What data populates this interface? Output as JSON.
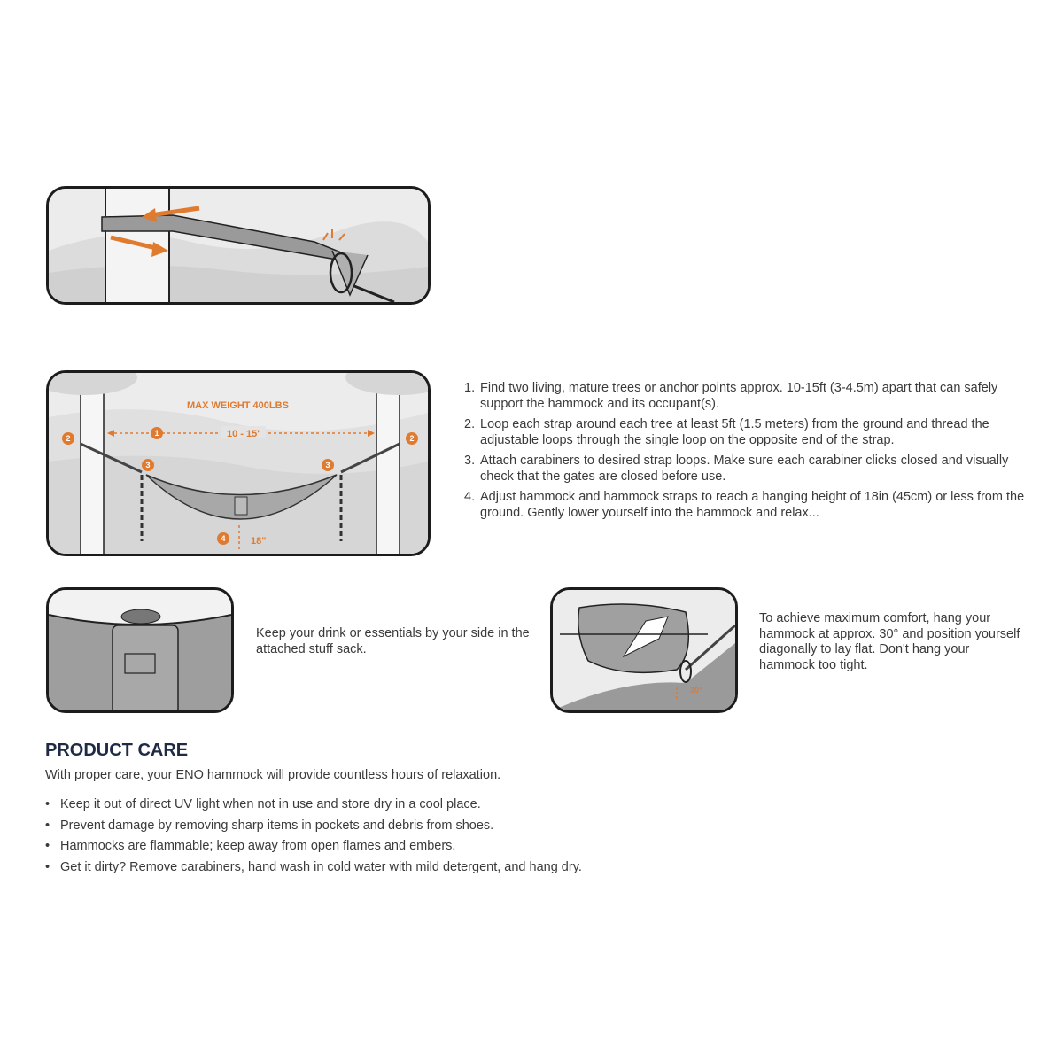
{
  "panels": {
    "hang": {
      "max_weight": "MAX WEIGHT 400LBS",
      "distance": "10 - 15'",
      "height": "18\"",
      "markers": [
        "1",
        "2",
        "3",
        "4"
      ]
    },
    "angle": {
      "label": "30°"
    }
  },
  "steps": [
    {
      "n": "1.",
      "text": "Find two living, mature trees or anchor points approx. 10-15ft (3-4.5m) apart that can safely support the hammock and its occupant(s)."
    },
    {
      "n": "2.",
      "text": "Loop each strap around each tree at least 5ft (1.5 meters) from the ground and thread the adjustable loops through the single loop on the opposite end of the strap."
    },
    {
      "n": "3.",
      "text": "Attach carabiners to desired strap loops. Make sure each carabiner clicks closed and visually check that the gates are closed before use."
    },
    {
      "n": "4.",
      "text": "Adjust hammock and hammock straps to reach a hanging height of 18in (45cm) or less from the ground. Gently lower yourself into the hammock and relax..."
    }
  ],
  "stuff_sack_text": "Keep your drink or essentials by your side in the attached stuff sack.",
  "comfort_text": "To achieve maximum comfort, hang your hammock at approx. 30° and position yourself diagonally to lay flat. Don't hang your hammock too tight.",
  "care": {
    "title": "PRODUCT CARE",
    "intro": "With proper care, your ENO hammock will provide countless hours of relaxation.",
    "bullet": "•",
    "items": [
      "Keep it out of direct UV light when not in use and store dry in a cool place.",
      "Prevent damage by removing sharp items in pockets and debris from shoes.",
      "Hammocks are flammable; keep away from open flames and embers.",
      "Get it dirty? Remove carabiners, hand wash in cold water with mild detergent, and hang dry."
    ]
  },
  "colors": {
    "accent": "#e07a2f",
    "heading": "#1f2a44"
  }
}
